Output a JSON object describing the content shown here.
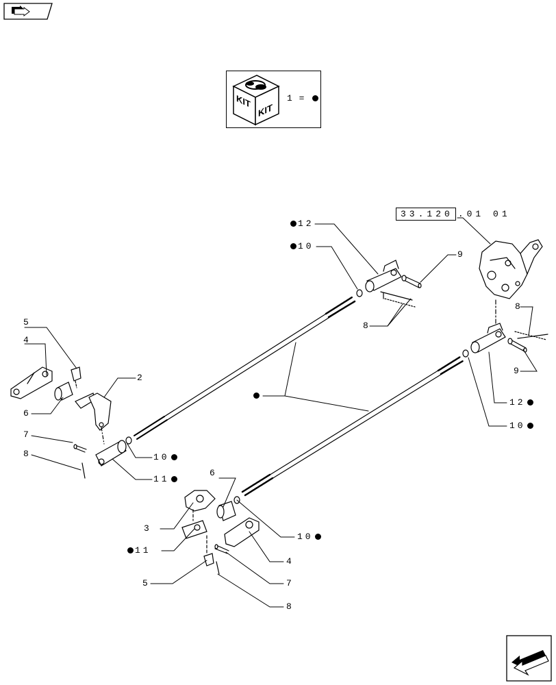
{
  "kit": {
    "label_left": "KIT",
    "label_right": "KIT",
    "legend_number": "1",
    "legend_equals": "="
  },
  "reference": {
    "boxed": "33.120",
    "suffix": ".01 01"
  },
  "callouts": [
    {
      "id": "c5a",
      "text": "5",
      "kit": false,
      "dot_before": false
    },
    {
      "id": "c4a",
      "text": "4",
      "kit": false,
      "dot_before": false
    },
    {
      "id": "c2",
      "text": "2",
      "kit": false,
      "dot_before": false
    },
    {
      "id": "c6a",
      "text": "6",
      "kit": false,
      "dot_before": false
    },
    {
      "id": "c7a",
      "text": "7",
      "kit": false,
      "dot_before": false
    },
    {
      "id": "c8a",
      "text": "8",
      "kit": false,
      "dot_before": false
    },
    {
      "id": "c10a",
      "text": "10",
      "kit": true,
      "dot_before": false
    },
    {
      "id": "c11a",
      "text": "11",
      "kit": true,
      "dot_before": false
    },
    {
      "id": "c6b",
      "text": "6",
      "kit": false,
      "dot_before": false
    },
    {
      "id": "c3",
      "text": "3",
      "kit": false,
      "dot_before": false
    },
    {
      "id": "c11b",
      "text": "11",
      "kit": true,
      "dot_before": true
    },
    {
      "id": "c5b",
      "text": "5",
      "kit": false,
      "dot_before": false
    },
    {
      "id": "c10b",
      "text": "10",
      "kit": true,
      "dot_before": false
    },
    {
      "id": "c4b",
      "text": "4",
      "kit": false,
      "dot_before": false
    },
    {
      "id": "c7b",
      "text": "7",
      "kit": false,
      "dot_before": false
    },
    {
      "id": "c8b",
      "text": "8",
      "kit": false,
      "dot_before": false
    },
    {
      "id": "c12a",
      "text": "12",
      "kit": true,
      "dot_before": true
    },
    {
      "id": "c10c",
      "text": "10",
      "kit": true,
      "dot_before": true
    },
    {
      "id": "c9a",
      "text": "9",
      "kit": false,
      "dot_before": false
    },
    {
      "id": "c8c",
      "text": "8",
      "kit": false,
      "dot_before": false
    },
    {
      "id": "c8d",
      "text": "8",
      "kit": false,
      "dot_before": false
    },
    {
      "id": "c9b",
      "text": "9",
      "kit": false,
      "dot_before": false
    },
    {
      "id": "c12b",
      "text": "12",
      "kit": true,
      "dot_before": false
    },
    {
      "id": "c10d",
      "text": "10",
      "kit": true,
      "dot_before": false
    },
    {
      "id": "crod",
      "text": "",
      "kit": true,
      "dot_before": false
    }
  ]
}
